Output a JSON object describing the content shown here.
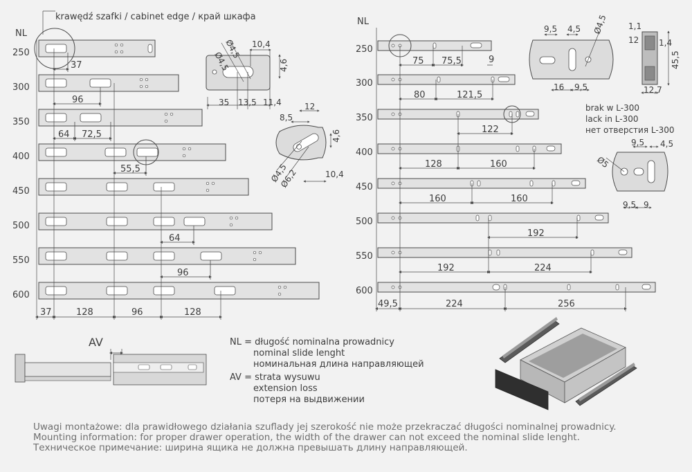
{
  "header": {
    "edge_label": "krawędź szafki / cabinet edge / край шкафа"
  },
  "left_panel": {
    "nl_title": "NL",
    "rows": [
      "250",
      "300",
      "350",
      "400",
      "450",
      "500",
      "550",
      "600"
    ],
    "dims": [
      "37",
      "96",
      "64",
      "72,5",
      "55,5",
      "64",
      "96"
    ],
    "bottom_dims": [
      "37",
      "128",
      "96",
      "128"
    ]
  },
  "right_panel": {
    "nl_title": "NL",
    "rows": [
      "250",
      "300",
      "350",
      "400",
      "450",
      "500",
      "550",
      "600"
    ],
    "dims": [
      "75",
      "75,5",
      "9",
      "80",
      "121,5",
      "122",
      "128",
      "160",
      "160",
      "160",
      "192",
      "192",
      "224",
      "49,5",
      "224",
      "256"
    ]
  },
  "details": {
    "d1": [
      "Ø4,5",
      "Ø4,5",
      "10,4",
      "4,6",
      "35",
      "13,5",
      "11,4"
    ],
    "d2": [
      "8,5",
      "12",
      "4,6",
      "Ø4,5",
      "Ø6,2",
      "10,4"
    ],
    "d3": [
      "9,5",
      "4,5",
      "Ø4,5",
      "16",
      "9,5"
    ],
    "d4": [
      "1,1",
      "12",
      "1,4",
      "45,5",
      "12,7"
    ],
    "d5": [
      "9,5",
      "4,5",
      "Ø5",
      "9,5",
      "9"
    ]
  },
  "lack_note": [
    "brak w L-300",
    "lack in L-300",
    "нет отверстия L-300"
  ],
  "av_label": "AV",
  "legend": {
    "nl": [
      "NL = długość nominalna prowadnicy",
      "nominal slide lenght",
      "номинальная длина направляющей"
    ],
    "av": [
      "AV = strata wysuwu",
      "extension loss",
      "потеря на выдвижении"
    ]
  },
  "notes": [
    "Uwagi montażowe: dla prawidłowego działania szuflady jej szerokość nie może przekraczać długości nominalnej prowadnicy.",
    "Mounting information: for proper drawer operation, the width of the drawer can not exceed the nominal slide lenght.",
    "Техническое примечание: ширина ящика не должна превышать длину направляющей."
  ]
}
